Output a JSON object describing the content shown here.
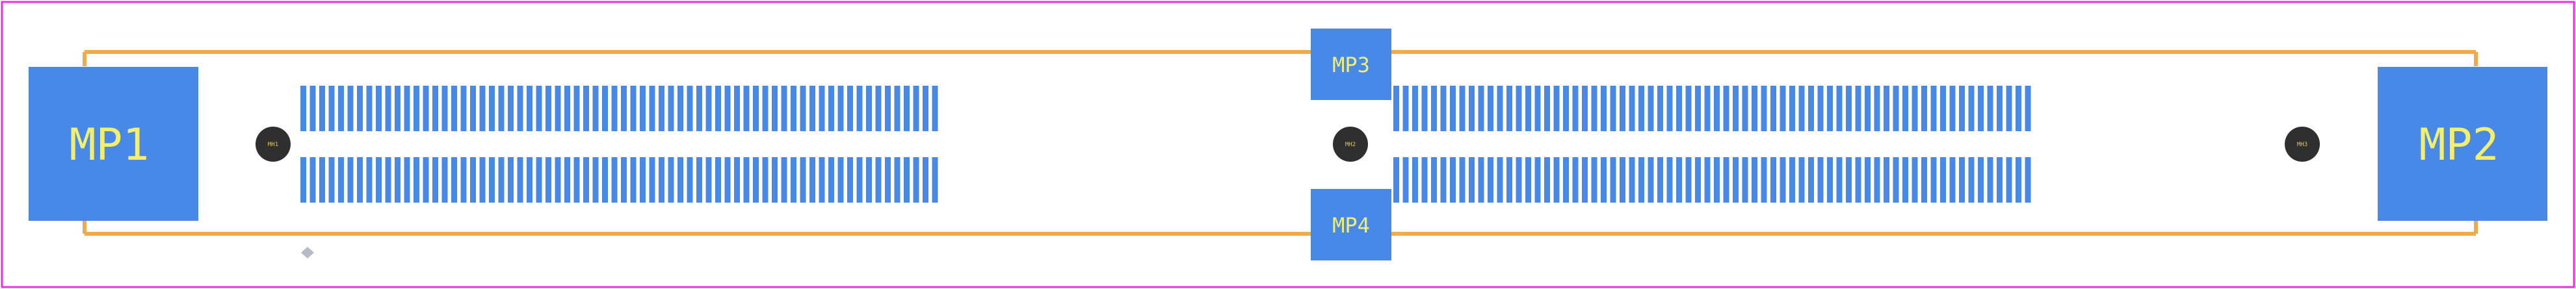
{
  "colors": {
    "background": "#ffffff",
    "board_outline": "#e830e0",
    "silkscreen": "#f2a94a",
    "pad": "#4889e8",
    "pad_label": "#f2ee6e",
    "hole": "#2f2f2f",
    "hole_label": "#d9c84a",
    "pin1_marker": "#b9b9c8"
  },
  "pads": {
    "mp1": {
      "label": "MP1"
    },
    "mp2": {
      "label": "MP2"
    },
    "mp3": {
      "label": "MP3"
    },
    "mp4": {
      "label": "MP4"
    }
  },
  "holes": {
    "left": {
      "label": "MH1"
    },
    "center": {
      "label": "MH2"
    },
    "right": {
      "label": "MH3"
    }
  },
  "pin_rows": {
    "pins_per_bank_per_row": 68,
    "rows": 2,
    "banks": 2
  }
}
